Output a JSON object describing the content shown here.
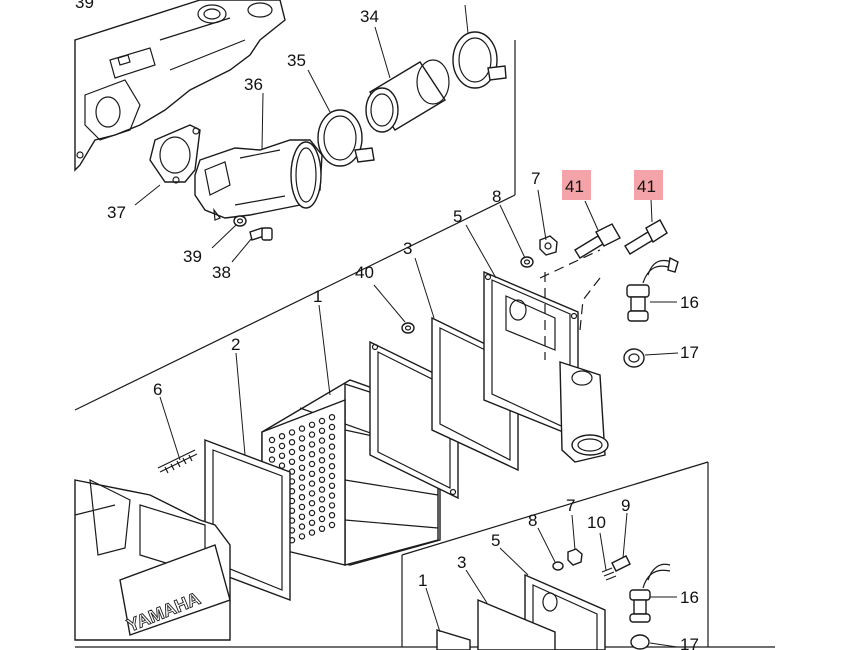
{
  "diagram": {
    "logo_text": "YAMAHA",
    "callouts": {
      "c39_top": "39",
      "c34": "34",
      "c35": "35",
      "c36": "36",
      "c37": "37",
      "c39": "39",
      "c38": "38",
      "c7": "7",
      "c8": "8",
      "c5": "5",
      "c3": "3",
      "c40": "40",
      "c1": "1",
      "c2": "2",
      "c6": "6",
      "c41a": "41",
      "c41b": "41",
      "c16": "16",
      "c17": "17",
      "i7": "7",
      "i8": "8",
      "i9": "9",
      "i10": "10",
      "i5": "5",
      "i3": "3",
      "i1": "1",
      "i16": "16",
      "i17": "17"
    },
    "colors": {
      "highlight": "#f4a4a8",
      "line": "#1a1a1a",
      "background": "#ffffff"
    }
  }
}
